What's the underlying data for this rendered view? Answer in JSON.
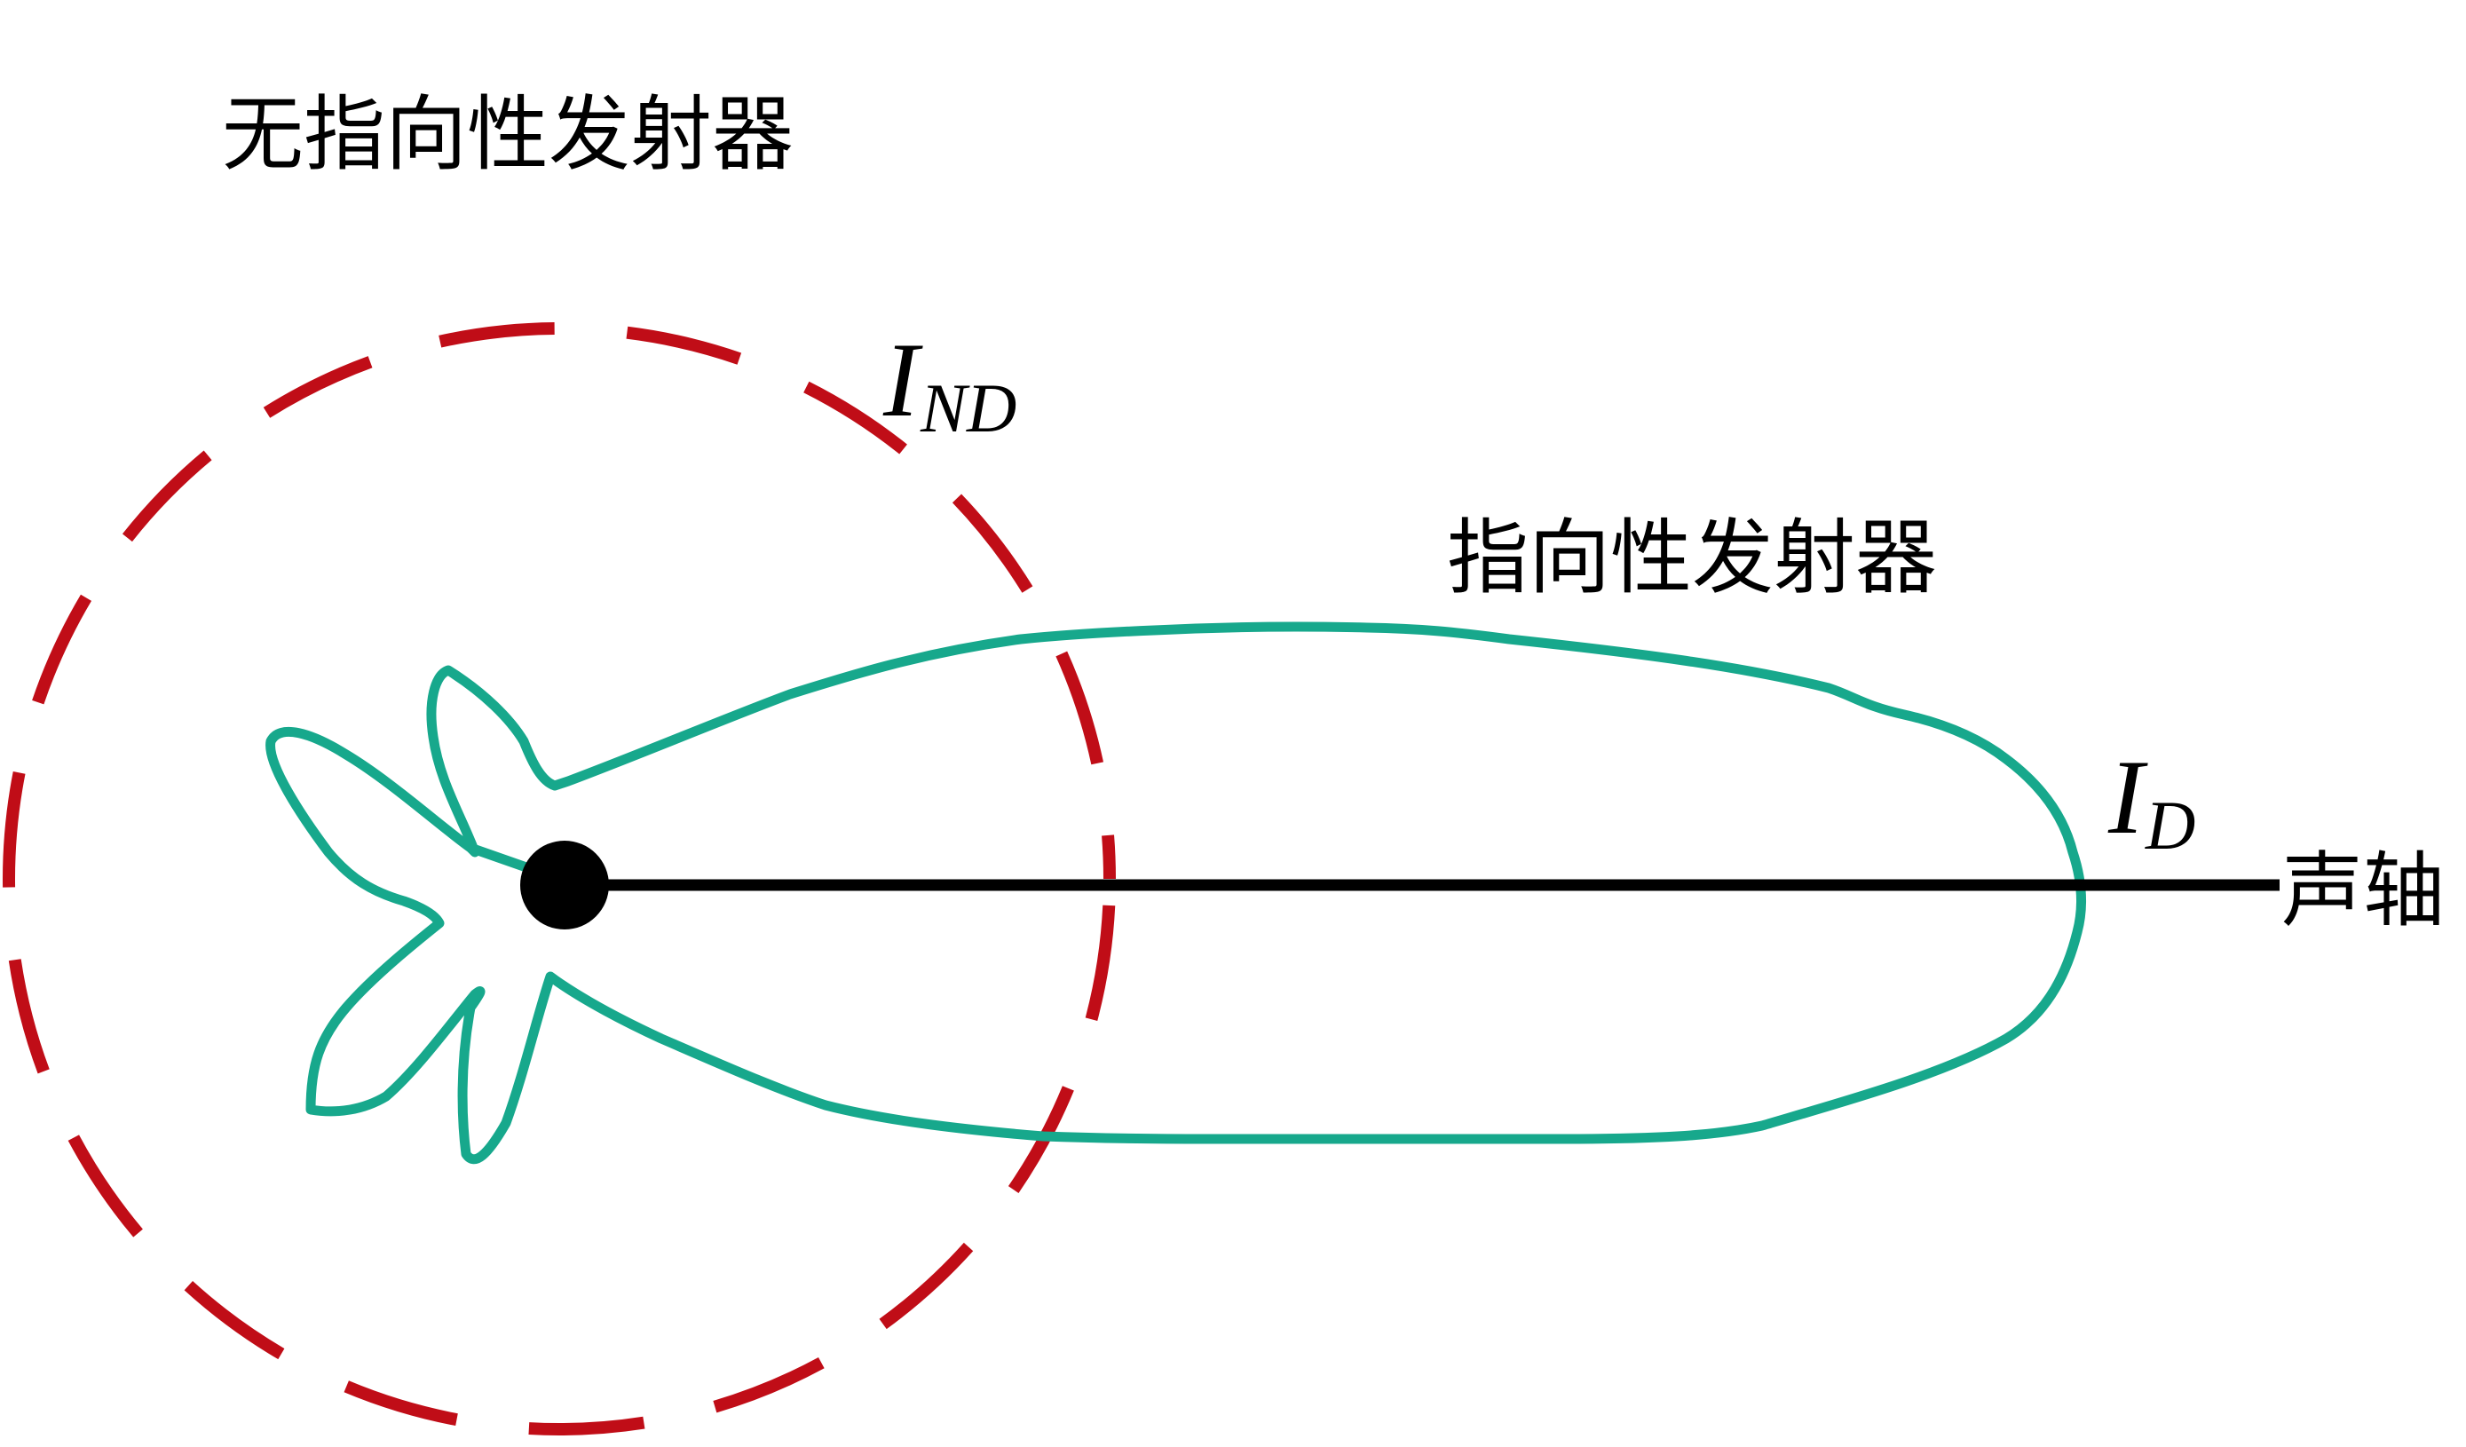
{
  "labels": {
    "nondirectional": "无指向性发射器",
    "directional": "指向性发射器",
    "axis": "声轴",
    "i_nd_main": "I",
    "i_nd_sub": "ND",
    "i_d_main": "I",
    "i_d_sub": "D"
  },
  "colors": {
    "nondirectional_pattern": "#C00D17",
    "directional_pattern": "#17A88C",
    "axis": "#000000",
    "source": "#000000"
  },
  "icons": {
    "source": "filled-circle"
  }
}
